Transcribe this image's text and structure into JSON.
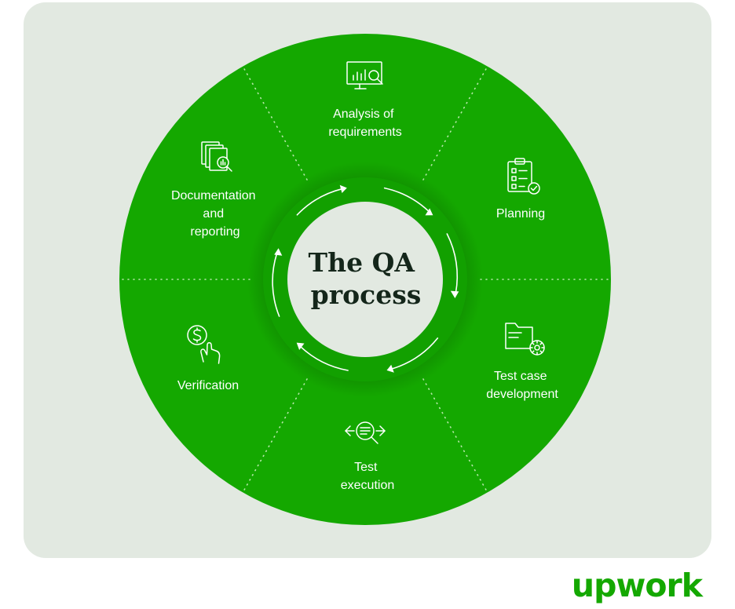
{
  "title_lines": [
    "The QA",
    "process"
  ],
  "stages": [
    {
      "lines": [
        "Analysis of",
        "requirements"
      ],
      "icon": "chart-monitor-magnifier-icon"
    },
    {
      "lines": [
        "Planning"
      ],
      "icon": "clipboard-checklist-icon"
    },
    {
      "lines": [
        "Test case",
        "development"
      ],
      "icon": "folder-gear-icon"
    },
    {
      "lines": [
        "Test",
        "execution"
      ],
      "icon": "magnifier-arrows-icon"
    },
    {
      "lines": [
        "Verification"
      ],
      "icon": "hand-dollar-coin-icon"
    },
    {
      "lines": [
        "Documentation",
        "and",
        "reporting"
      ],
      "icon": "documents-magnifier-icon"
    }
  ],
  "brand": "upwork",
  "colors": {
    "green": "#14a800",
    "background_panel": "#e2e9e1",
    "title_text": "#14261a",
    "label_text": "#ffffff"
  }
}
